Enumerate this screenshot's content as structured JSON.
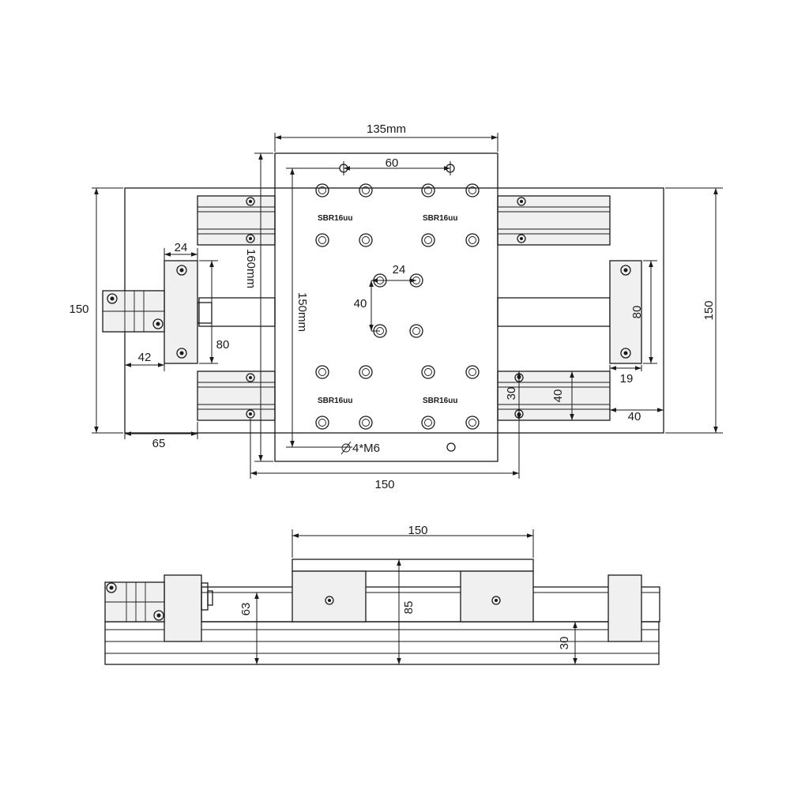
{
  "colors": {
    "line": "#1a1a1a",
    "part_fill": "#f0f0f0",
    "plate_fill": "#f7f7f7",
    "background": "#ffffff"
  },
  "top_view": {
    "carriage_width_label": "135mm",
    "top_hole_spacing_label": "60",
    "plate_length_label": "150mm",
    "overall_length_label": "160mm",
    "center_hole_x_label": "24",
    "center_hole_y_label": "40",
    "tap_label": "4*M6",
    "bearing_labels": [
      "SBR16uu",
      "SBR16uu",
      "SBR16uu",
      "SBR16uu"
    ],
    "left_height_label": "150",
    "right_height_label": "150",
    "bottom_width_label": "150",
    "motor_block_width_label": "24",
    "motor_block_height_label": "80",
    "coupling_label": "42",
    "left_offset_label": "65",
    "right_block_height_label": "80",
    "right_block_width_label": "19",
    "rail_width_label": "40",
    "rail_inner_label": "40",
    "rail_gap_label": "30"
  },
  "side_view": {
    "length_label": "150",
    "shaft_height_label": "63",
    "total_height_label": "85",
    "base_height_label": "30"
  }
}
